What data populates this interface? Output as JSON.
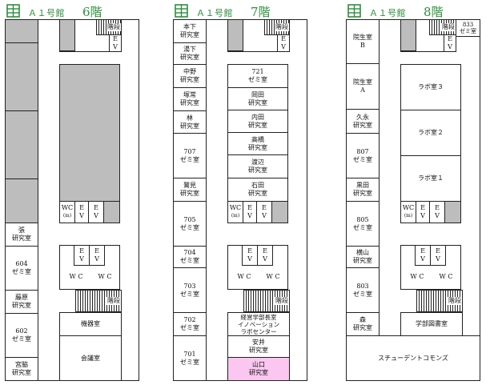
{
  "floors": [
    {
      "building": "Ａ１号館",
      "floor": "6階",
      "rooms": {
        "r_zhang": "張\n研究室",
        "r_604": "604\nゼミ室",
        "r_fujiwara": "藤原\n研究室",
        "r_602": "602\nゼミ室",
        "r_miyawaki": "宮脇\n研究室",
        "stairs_top": "階段",
        "ev_top": "E\nV",
        "wc": "WC",
        "wc_m": "(m)",
        "ev": "E\nV",
        "wc_left": "W C",
        "wc_right": "W C",
        "stairs_mid": "階段",
        "r_machine": "機器室",
        "r_meeting": "会議室"
      }
    },
    {
      "building": "Ａ１号館",
      "floor": "7階",
      "rooms": {
        "r_motoshita": "本下\n研究室",
        "r_yushita": "湯下\n研究室",
        "r_nakano": "中野\n研究室",
        "r_tsukatsune": "塚常\n研究室",
        "r_hayashi": "林\n研究室",
        "r_707": "707\nゼミ室",
        "r_washimi": "鷲見\n研究室",
        "r_705": "705\nゼミ室",
        "r_704": "704\nゼミ室",
        "r_703": "703\nゼミ室",
        "r_702": "702\nゼミ室",
        "r_701": "701\nゼミ室",
        "r_721": "721\nゼミ室",
        "r_okada": "岡田\n研究室",
        "r_uchida": "内田\n研究室",
        "r_takahashi": "高橋\n研究室",
        "r_watanabe": "渡辺\n研究室",
        "r_ishida": "石田\n研究室",
        "r_innovation": "経営学部長室\nイノベーション\nラボセンター",
        "r_yasui": "安井\n研究室",
        "r_yamaguchi": "山口\n研究室",
        "stairs_top": "階段",
        "ev_top": "E\nV",
        "wc": "WC",
        "wc_m": "(m)",
        "ev": "E\nV",
        "wc_left": "W C",
        "wc_right": "W C",
        "stairs_mid": "階段"
      }
    },
    {
      "building": "Ａ１号館",
      "floor": "8階",
      "rooms": {
        "r_grad_b": "院生室\nB",
        "r_grad_a": "院生室\nA",
        "r_hisanaga": "久永\n研究室",
        "r_807": "807\nゼミ室",
        "r_kuroda": "黒田\n研究室",
        "r_805": "805\nゼミ室",
        "r_yokoyama": "横山\n研究室",
        "r_803": "803\nゼミ室",
        "r_mori": "森\n研究室",
        "r_833": "833\nゼミ室",
        "r_lab3": "ラボ室３",
        "r_lab2": "ラボ室２",
        "r_lab1": "ラボ室１",
        "r_library": "学部図書室",
        "r_commons": "スチューデントコモンズ",
        "stairs_top": "階段",
        "ev_top": "E\nV",
        "wc": "WC",
        "wc_m": "(m)",
        "ev": "E\nV",
        "wc_left": "W C",
        "wc_right": "W C",
        "stairs_mid": "階段"
      }
    }
  ],
  "colors": {
    "title_green": "#2b8f3a",
    "gray_block": "#bdbdbd",
    "highlight_pink": "#fbc6ef"
  },
  "icons": {
    "building": "building-icon"
  }
}
